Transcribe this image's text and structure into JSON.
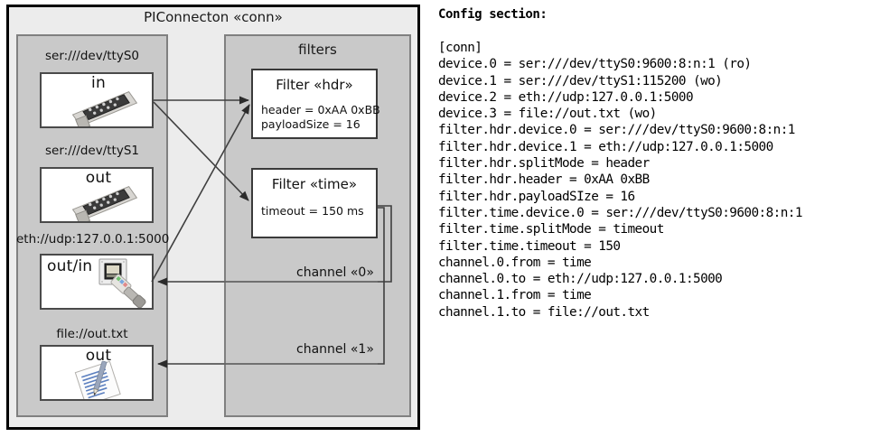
{
  "diagram": {
    "title": "PIConnecton «conn»",
    "devices_group": {
      "devices": [
        {
          "label": "ser:///dev/ttyS0",
          "io": "in",
          "icon": "serial-port-icon"
        },
        {
          "label": "ser:///dev/ttyS1",
          "io": "out",
          "icon": "serial-port-icon"
        },
        {
          "label": "eth://udp:127.0.0.1:5000",
          "io": "out/in",
          "icon": "ethernet-icon"
        },
        {
          "label": "file://out.txt",
          "io": "out",
          "icon": "text-file-icon"
        }
      ]
    },
    "filters_group": {
      "title": "filters",
      "filters": [
        {
          "title": "Filter «hdr»",
          "props": [
            "header = 0xAA 0xBB",
            "payloadSize = 16"
          ]
        },
        {
          "title": "Filter «time»",
          "props": [
            "timeout = 150 ms"
          ]
        }
      ],
      "channels": [
        {
          "label": "channel «0»"
        },
        {
          "label": "channel «1»"
        }
      ]
    },
    "colors": {
      "outer_fill": "#ececec",
      "group_fill": "#c9c9c9",
      "box_fill": "#ffffff",
      "frame_stroke": "#000000",
      "group_stroke": "#808080",
      "edge_stroke": "#4a4a4a"
    }
  },
  "config": {
    "heading": "Config section:",
    "lines": [
      "[conn]",
      "device.0 = ser:///dev/ttyS0:9600:8:n:1 (ro)",
      "device.1 = ser:///dev/ttyS1:115200 (wo)",
      "device.2 = eth://udp:127.0.0.1:5000",
      "device.3 = file://out.txt (wo)",
      "filter.hdr.device.0 = ser:///dev/ttyS0:9600:8:n:1",
      "filter.hdr.device.1 = eth://udp:127.0.0.1:5000",
      "filter.hdr.splitMode = header",
      "filter.hdr.header = 0xAA 0xBB",
      "filter.hdr.payloadSIze = 16",
      "filter.time.device.0 = ser:///dev/ttyS0:9600:8:n:1",
      "filter.time.splitMode = timeout",
      "filter.time.timeout = 150",
      "channel.0.from = time",
      "channel.0.to = eth://udp:127.0.0.1:5000",
      "channel.1.from = time",
      "channel.1.to = file://out.txt"
    ]
  }
}
